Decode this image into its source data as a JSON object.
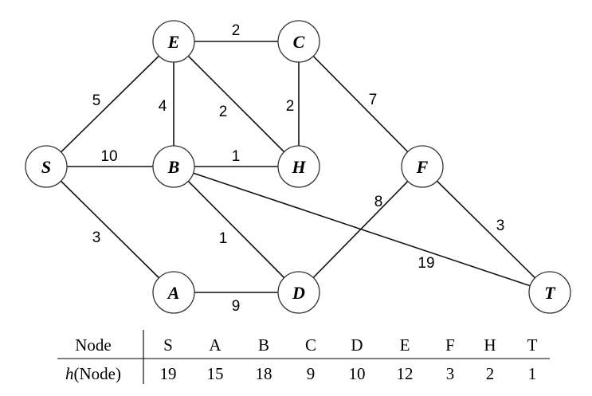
{
  "nodes": [
    {
      "id": "S",
      "label": "S"
    },
    {
      "id": "E",
      "label": "E"
    },
    {
      "id": "C",
      "label": "C"
    },
    {
      "id": "B",
      "label": "B"
    },
    {
      "id": "H",
      "label": "H"
    },
    {
      "id": "F",
      "label": "F"
    },
    {
      "id": "A",
      "label": "A"
    },
    {
      "id": "D",
      "label": "D"
    },
    {
      "id": "T",
      "label": "T"
    }
  ],
  "edges": [
    {
      "from": "E",
      "to": "C",
      "weight": "2"
    },
    {
      "from": "S",
      "to": "E",
      "weight": "5"
    },
    {
      "from": "E",
      "to": "B",
      "weight": "4"
    },
    {
      "from": "E",
      "to": "H",
      "weight": "2"
    },
    {
      "from": "C",
      "to": "H",
      "weight": "2"
    },
    {
      "from": "C",
      "to": "F",
      "weight": "7"
    },
    {
      "from": "S",
      "to": "B",
      "weight": "10"
    },
    {
      "from": "B",
      "to": "H",
      "weight": "1"
    },
    {
      "from": "S",
      "to": "A",
      "weight": "3"
    },
    {
      "from": "B",
      "to": "D",
      "weight": "1"
    },
    {
      "from": "B",
      "to": "T",
      "weight": "19"
    },
    {
      "from": "D",
      "to": "F",
      "weight": "8"
    },
    {
      "from": "F",
      "to": "T",
      "weight": "3"
    },
    {
      "from": "A",
      "to": "D",
      "weight": "9"
    }
  ],
  "table": {
    "header": {
      "label": "Node",
      "cells": [
        "S",
        "A",
        "B",
        "C",
        "D",
        "E",
        "F",
        "H",
        "T"
      ]
    },
    "row": {
      "label_italic": "h",
      "label_rest": "(Node)",
      "cells": [
        "19",
        "15",
        "18",
        "9",
        "10",
        "12",
        "3",
        "2",
        "1"
      ]
    }
  }
}
